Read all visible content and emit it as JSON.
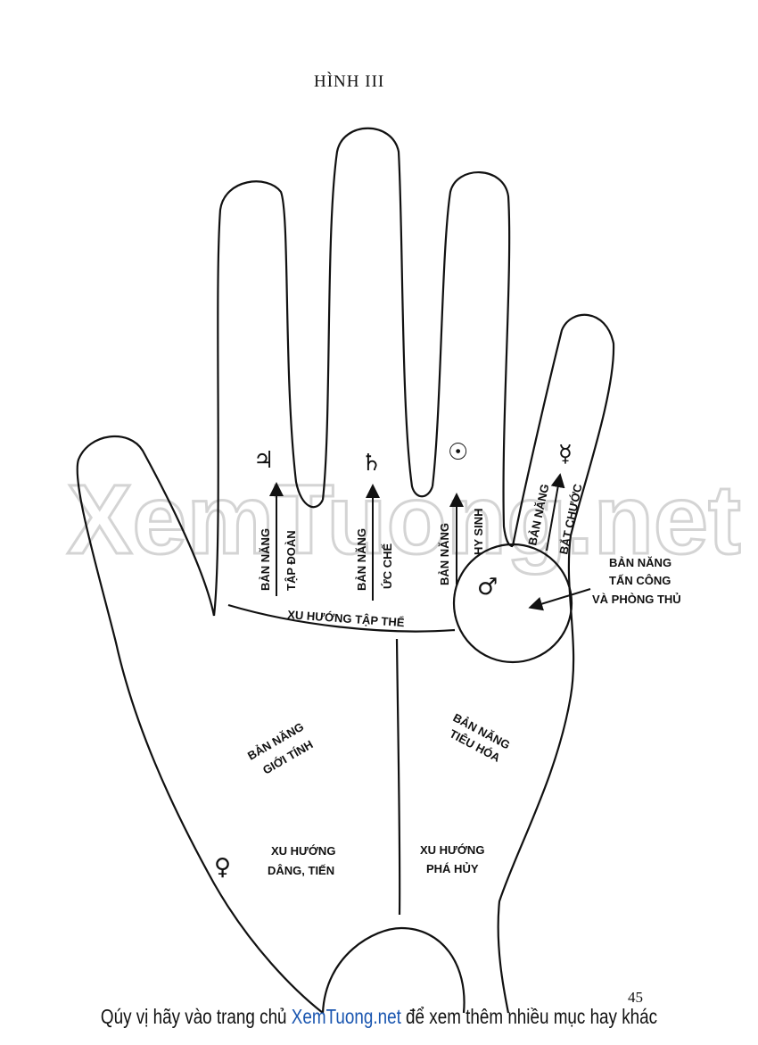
{
  "title": "HÌNH III",
  "watermark": "XemTuong.net",
  "page_number": "45",
  "footer": {
    "prefix": "Qúy vị hãy vào trang chủ ",
    "site": "XemTuong.net",
    "suffix": " để xem thêm nhiều mục hay khác"
  },
  "symbols": {
    "jupiter": "♃",
    "saturn": "♄",
    "sun": "☉",
    "mercury": "☿",
    "mars": "♂",
    "venus": "♀"
  },
  "labels": {
    "f1a": "BẢN NĂNG",
    "f1b": "TẬP ĐOÀN",
    "f2a": "BẢN NĂNG",
    "f2b": "ỨC CHẾ",
    "f3a": "BẢN NĂNG",
    "f3b": "HY SINH",
    "f4a": "BẢN NĂNG",
    "f4b": "BẮT CHƯỚC",
    "mars1": "BẢN NĂNG",
    "mars2": "TẤN CÔNG",
    "mars3": "VÀ PHÒNG THỦ",
    "heart": "XU HƯỚNG TẬP THỂ",
    "sex1": "BẢN NĂNG",
    "sex2": "GIỚI TÍNH",
    "dig1": "BẢN NĂNG",
    "dig2": "TIÊU HÓA",
    "venus1": "XU HƯỚNG",
    "venus2": "DÂNG, TIẾN",
    "luna1": "XU HƯỚNG",
    "luna2": "PHÁ HỦY"
  }
}
